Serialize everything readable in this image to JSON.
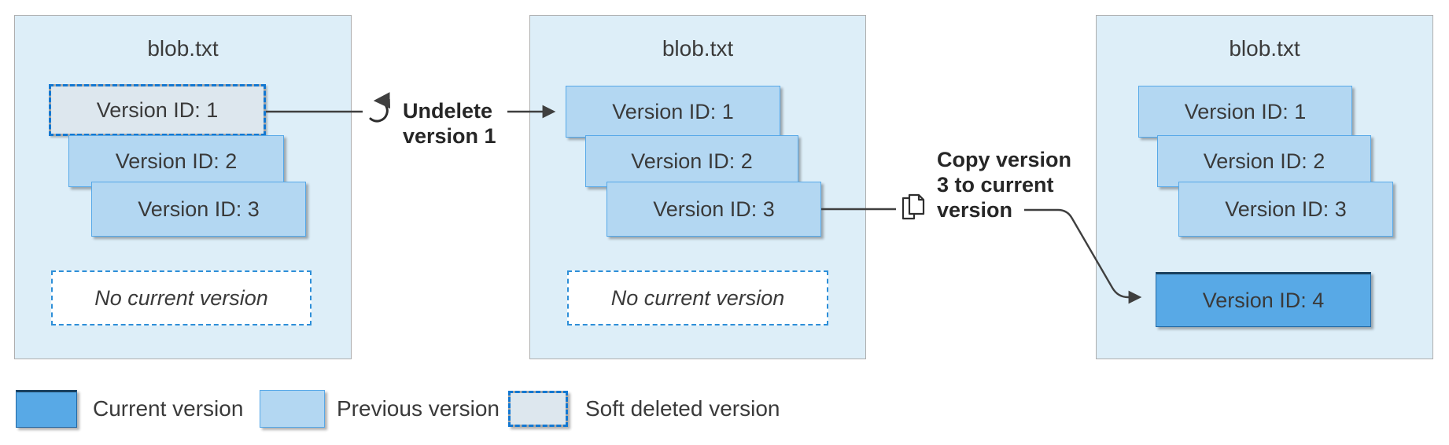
{
  "panels": [
    {
      "title": "blob.txt",
      "versions": [
        {
          "label": "Version ID: 1",
          "state": "soft-deleted"
        },
        {
          "label": "Version ID: 2",
          "state": "previous"
        },
        {
          "label": "Version ID: 3",
          "state": "previous"
        }
      ],
      "placeholder": "No current version"
    },
    {
      "title": "blob.txt",
      "versions": [
        {
          "label": "Version ID: 1",
          "state": "previous"
        },
        {
          "label": "Version ID: 2",
          "state": "previous"
        },
        {
          "label": "Version ID: 3",
          "state": "previous"
        }
      ],
      "placeholder": "No current version"
    },
    {
      "title": "blob.txt",
      "versions": [
        {
          "label": "Version ID: 1",
          "state": "previous"
        },
        {
          "label": "Version ID: 2",
          "state": "previous"
        },
        {
          "label": "Version ID: 3",
          "state": "previous"
        },
        {
          "label": "Version ID: 4",
          "state": "current"
        }
      ]
    }
  ],
  "actions": [
    {
      "icon": "undo-icon",
      "lines": [
        "Undelete",
        "version 1"
      ]
    },
    {
      "icon": "copy-icon",
      "lines": [
        "Copy version",
        "3 to current",
        "version"
      ]
    }
  ],
  "legend": [
    {
      "label": "Current version",
      "state": "current"
    },
    {
      "label": "Previous version",
      "state": "previous"
    },
    {
      "label": "Soft deleted version",
      "state": "soft-deleted"
    }
  ],
  "colors": {
    "panel_bg": "#ddeef8",
    "previous_fill": "#b3d7f2",
    "previous_border": "#56a8e8",
    "current_fill": "#58a9e6",
    "current_border_top": "#19405f",
    "soft_deleted_fill": "#dde7ee",
    "soft_deleted_dash_blue": "#1278d2",
    "soft_deleted_dash_gray": "#a7a7a7",
    "empty_border": "#2e8fd8",
    "arrow": "#3f3f3f",
    "text": "#3a3a3a"
  }
}
